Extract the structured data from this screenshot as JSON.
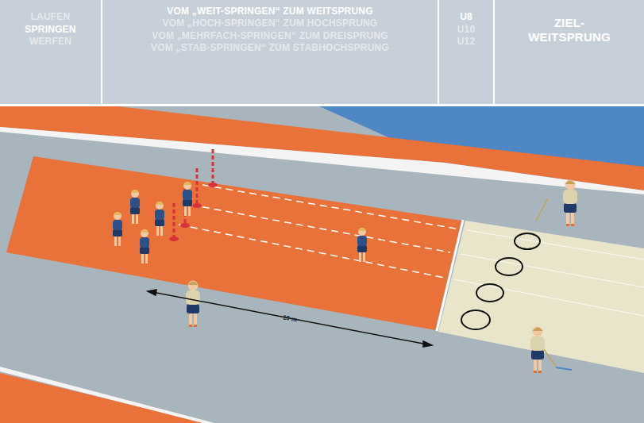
{
  "diagram": {
    "nodes": [
      {
        "text": [
          "LAUFEN",
          "SPRINGEN",
          "WERFEN"
        ]
      },
      {
        "text": [
          "VOM „WEIT-SPRINGEN“ ZUM WEITSPRUNG",
          "VOM „HOCH-SPRINGEN“ ZUM HOCHSPRUNG",
          "VOM „MEHRFACH-SPRINGEN“ ZUM DREISPRUNG",
          "VOM „STAB-SPRINGEN“ ZUM STABHOCHSPRUNG"
        ]
      },
      {
        "text": [
          "U8",
          "U10",
          "U12"
        ]
      },
      {
        "text": [
          "ZIEL- WEITSPRUNG"
        ]
      }
    ],
    "labels": [
      "10 m"
    ]
  }
}
